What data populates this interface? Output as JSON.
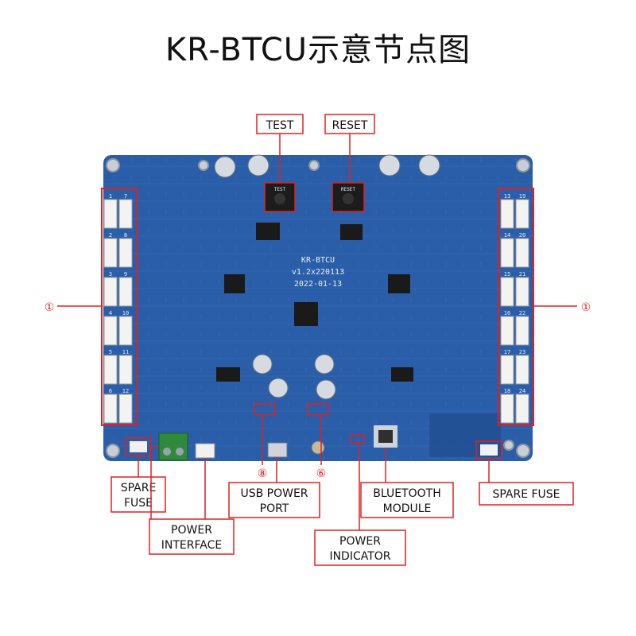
{
  "title": "KR-BTCU示意节点图",
  "board": {
    "name": "KR-BTCU",
    "version": "v1.2x220113",
    "date": "2022-01-13",
    "test_btn_silk": "TEST",
    "reset_btn_silk": "RESET",
    "left_port_numbers": [
      "1",
      "7",
      "2",
      "8",
      "3",
      "9",
      "4",
      "10",
      "5",
      "11",
      "6",
      "12"
    ],
    "right_port_numbers": [
      "13",
      "19",
      "14",
      "20",
      "15",
      "21",
      "16",
      "22",
      "17",
      "23",
      "18",
      "24"
    ]
  },
  "callouts": {
    "test": "TEST",
    "reset": "RESET",
    "ports_left": "①",
    "ports_right": "①",
    "spare_fuse_left_1": "SPARE",
    "spare_fuse_left_2": "FUSE",
    "power_interface_1": "POWER",
    "power_interface_2": "INTERFACE",
    "marker_8": "⑧",
    "marker_6": "⑥",
    "usb_power_1": "USB POWER",
    "usb_power_2": "PORT",
    "power_indicator_1": "POWER",
    "power_indicator_2": "INDICATOR",
    "bluetooth_1": "BLUETOOTH",
    "bluetooth_2": "MODULE",
    "spare_fuse_right": "SPARE FUSE"
  },
  "colors": {
    "pcb": "#2a5ea8",
    "pcb_dark": "#1f4c8f",
    "callout": "#e02020"
  }
}
